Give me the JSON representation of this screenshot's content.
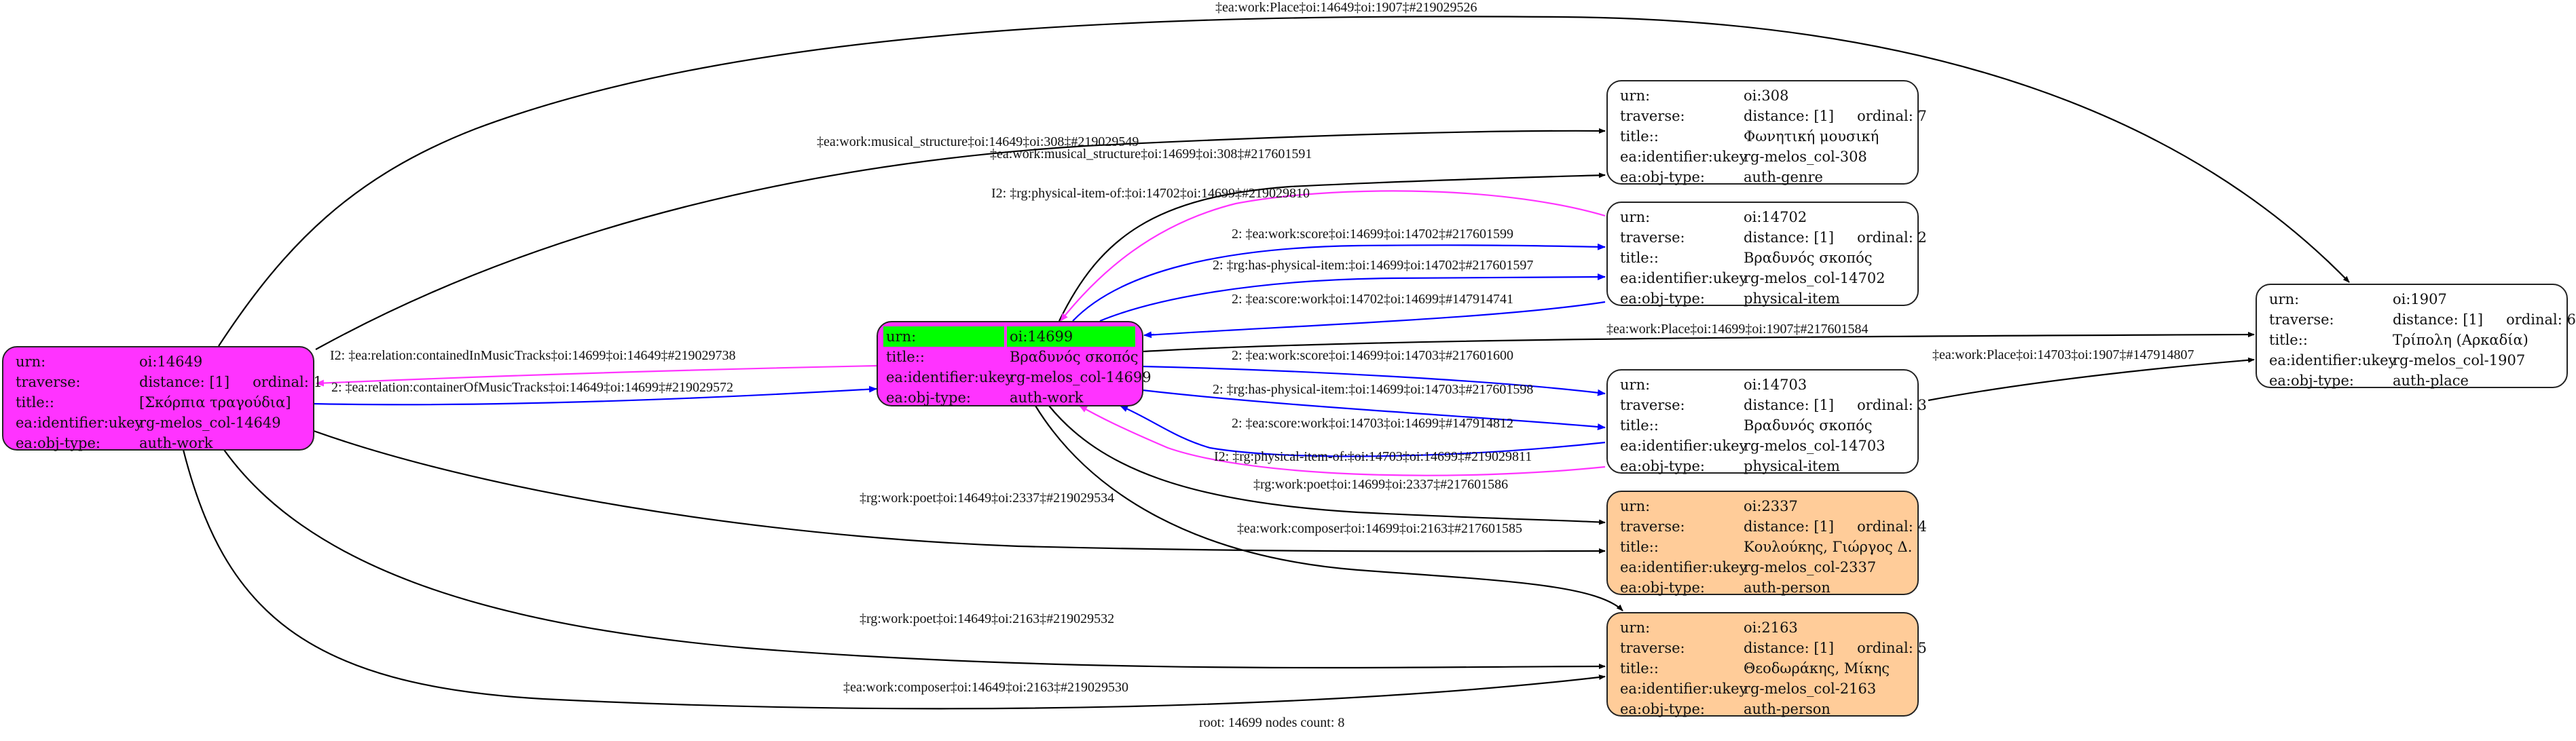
{
  "graph": {
    "footer": "root: 14699 nodes count: 8",
    "colors": {
      "work_fill": "#ff33ff",
      "root_highlight": "#00ff00",
      "person_fill": "#ffcc99",
      "plain_fill": "#ffffff",
      "edge_default": "#000000",
      "edge_blue": "#0000ff",
      "edge_magenta": "#ff33ff"
    },
    "nodes": {
      "n14649": {
        "urn_label": "urn:",
        "urn": "oi:14649",
        "traverse_label": "traverse:",
        "distance": "distance: [1]",
        "ordinal": "ordinal: 1",
        "title_label": "title::",
        "title": "[Σκόρπια τραγούδια]",
        "ukey_label": "ea:identifier:ukey",
        "ukey": "rg-melos_col-14649",
        "type_label": "ea:obj-type:",
        "type": "auth-work"
      },
      "n14699": {
        "urn_label": "urn:",
        "urn": "oi:14699",
        "title_label": "title::",
        "title": "Βραδυνός σκοπός",
        "ukey_label": "ea:identifier:ukey",
        "ukey": "rg-melos_col-14699",
        "type_label": "ea:obj-type:",
        "type": "auth-work"
      },
      "n308": {
        "urn_label": "urn:",
        "urn": "oi:308",
        "traverse_label": "traverse:",
        "distance": "distance: [1]",
        "ordinal": "ordinal: 7",
        "title_label": "title::",
        "title": "Φωνητική μουσική",
        "ukey_label": "ea:identifier:ukey",
        "ukey": "rg-melos_col-308",
        "type_label": "ea:obj-type:",
        "type": "auth-genre"
      },
      "n14702": {
        "urn_label": "urn:",
        "urn": "oi:14702",
        "traverse_label": "traverse:",
        "distance": "distance: [1]",
        "ordinal": "ordinal: 2",
        "title_label": "title::",
        "title": "Βραδυνός σκοπός",
        "ukey_label": "ea:identifier:ukey",
        "ukey": "rg-melos_col-14702",
        "type_label": "ea:obj-type:",
        "type": "physical-item"
      },
      "n14703": {
        "urn_label": "urn:",
        "urn": "oi:14703",
        "traverse_label": "traverse:",
        "distance": "distance: [1]",
        "ordinal": "ordinal: 3",
        "title_label": "title::",
        "title": "Βραδυνός σκοπός",
        "ukey_label": "ea:identifier:ukey",
        "ukey": "rg-melos_col-14703",
        "type_label": "ea:obj-type:",
        "type": "physical-item"
      },
      "n2337": {
        "urn_label": "urn:",
        "urn": "oi:2337",
        "traverse_label": "traverse:",
        "distance": "distance: [1]",
        "ordinal": "ordinal: 4",
        "title_label": "title::",
        "title": "Κουλούκης, Γιώργος Δ.",
        "ukey_label": "ea:identifier:ukey",
        "ukey": "rg-melos_col-2337",
        "type_label": "ea:obj-type:",
        "type": "auth-person"
      },
      "n2163": {
        "urn_label": "urn:",
        "urn": "oi:2163",
        "traverse_label": "traverse:",
        "distance": "distance: [1]",
        "ordinal": "ordinal: 5",
        "title_label": "title::",
        "title": "Θεοδωράκης, Μίκης",
        "ukey_label": "ea:identifier:ukey",
        "ukey": "rg-melos_col-2163",
        "type_label": "ea:obj-type:",
        "type": "auth-person"
      },
      "n1907": {
        "urn_label": "urn:",
        "urn": "oi:1907",
        "traverse_label": "traverse:",
        "distance": "distance: [1]",
        "ordinal": "ordinal: 6",
        "title_label": "title::",
        "title": "Τρίπολη (Αρκαδία)",
        "ukey_label": "ea:identifier:ukey",
        "ukey": "rg-melos_col-1907",
        "type_label": "ea:obj-type:",
        "type": "auth-place"
      }
    },
    "edges": [
      {
        "id": "e1",
        "from": "oi:14649",
        "to": "oi:1907",
        "color": "black",
        "label": "‡ea:work:Place‡oi:14649‡oi:1907‡#219029526"
      },
      {
        "id": "e2",
        "from": "oi:14649",
        "to": "oi:308",
        "color": "black",
        "label": "‡ea:work:musical_structure‡oi:14649‡oi:308‡#219029549"
      },
      {
        "id": "e3",
        "from": "oi:14699",
        "to": "oi:308",
        "color": "black",
        "label": "‡ea:work:musical_structure‡oi:14699‡oi:308‡#217601591"
      },
      {
        "id": "e4",
        "from": "oi:14702",
        "to": "oi:14699",
        "color": "magenta",
        "label": "I2: ‡rg:physical-item-of:‡oi:14702‡oi:14699‡#219029810"
      },
      {
        "id": "e5",
        "from": "oi:14699",
        "to": "oi:14702",
        "color": "blue",
        "label": "2: ‡ea:work:score‡oi:14699‡oi:14702‡#217601599"
      },
      {
        "id": "e6",
        "from": "oi:14699",
        "to": "oi:14702",
        "color": "blue",
        "label": "2: ‡rg:has-physical-item:‡oi:14699‡oi:14702‡#217601597"
      },
      {
        "id": "e7",
        "from": "oi:14702",
        "to": "oi:14699",
        "color": "blue",
        "label": "2: ‡ea:score:work‡oi:14702‡oi:14699‡#147914741"
      },
      {
        "id": "e8",
        "from": "oi:14699",
        "to": "oi:14649",
        "color": "magenta",
        "label": "I2: ‡ea:relation:containedInMusicTracks‡oi:14699‡oi:14649‡#219029738"
      },
      {
        "id": "e9",
        "from": "oi:14649",
        "to": "oi:14699",
        "color": "blue",
        "label": "2: ‡ea:relation:containerOfMusicTracks‡oi:14649‡oi:14699‡#219029572"
      },
      {
        "id": "e10",
        "from": "oi:14699",
        "to": "oi:1907",
        "color": "black",
        "label": "‡ea:work:Place‡oi:14699‡oi:1907‡#217601584"
      },
      {
        "id": "e11",
        "from": "oi:14703",
        "to": "oi:1907",
        "color": "black",
        "label": "‡ea:work:Place‡oi:14703‡oi:1907‡#147914807"
      },
      {
        "id": "e12",
        "from": "oi:14699",
        "to": "oi:14703",
        "color": "blue",
        "label": "2: ‡ea:work:score‡oi:14699‡oi:14703‡#217601600"
      },
      {
        "id": "e13",
        "from": "oi:14699",
        "to": "oi:14703",
        "color": "blue",
        "label": "2: ‡rg:has-physical-item:‡oi:14699‡oi:14703‡#217601598"
      },
      {
        "id": "e14",
        "from": "oi:14703",
        "to": "oi:14699",
        "color": "blue",
        "label": "2: ‡ea:score:work‡oi:14703‡oi:14699‡#147914812"
      },
      {
        "id": "e15",
        "from": "oi:14703",
        "to": "oi:14699",
        "color": "magenta",
        "label": "I2: ‡rg:physical-item-of:‡oi:14703‡oi:14699‡#219029811"
      },
      {
        "id": "e16",
        "from": "oi:14699",
        "to": "oi:2337",
        "color": "black",
        "label": "‡rg:work:poet‡oi:14699‡oi:2337‡#217601586"
      },
      {
        "id": "e17",
        "from": "oi:14699",
        "to": "oi:2163",
        "color": "black",
        "label": "‡ea:work:composer‡oi:14699‡oi:2163‡#217601585"
      },
      {
        "id": "e18",
        "from": "oi:14649",
        "to": "oi:2337",
        "color": "black",
        "label": "‡rg:work:poet‡oi:14649‡oi:2337‡#219029534"
      },
      {
        "id": "e19",
        "from": "oi:14649",
        "to": "oi:2163",
        "color": "black",
        "label": "‡rg:work:poet‡oi:14649‡oi:2163‡#219029532"
      },
      {
        "id": "e20",
        "from": "oi:14649",
        "to": "oi:2163",
        "color": "black",
        "label": "‡ea:work:composer‡oi:14649‡oi:2163‡#219029530"
      }
    ]
  }
}
